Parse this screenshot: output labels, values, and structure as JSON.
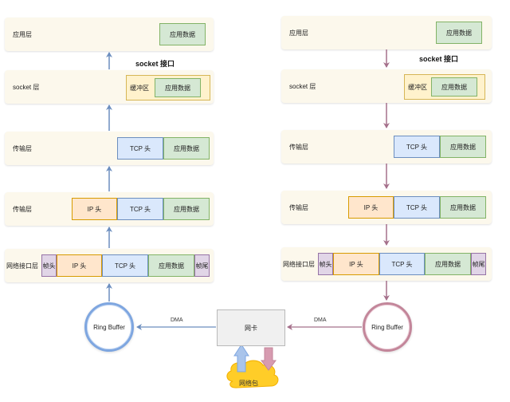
{
  "left_stack": {
    "app_layer": {
      "label": "应用层",
      "data": "应用数据"
    },
    "socket_interface": "socket 接口",
    "socket_layer": {
      "label": "socket 层",
      "buffer": "缓冲区",
      "data": "应用数据"
    },
    "transport_layer": {
      "label": "传输层",
      "tcp": "TCP 头",
      "data": "应用数据"
    },
    "network_layer": {
      "label": "传输层",
      "ip": "IP 头",
      "tcp": "TCP 头",
      "data": "应用数据"
    },
    "link_layer": {
      "label": "网络接口层",
      "frame_head": "帧头",
      "ip": "IP 头",
      "tcp": "TCP 头",
      "data": "应用数据",
      "frame_tail": "帧尾"
    }
  },
  "right_stack": {
    "app_layer": {
      "label": "应用层",
      "data": "应用数据"
    },
    "socket_interface": "socket 接口",
    "socket_layer": {
      "label": "socket 层",
      "buffer": "缓冲区",
      "data": "应用数据"
    },
    "transport_layer": {
      "label": "传输层",
      "tcp": "TCP 头",
      "data": "应用数据"
    },
    "network_layer": {
      "label": "传输层",
      "ip": "IP 头",
      "tcp": "TCP 头",
      "data": "应用数据"
    },
    "link_layer": {
      "label": "网络接口层",
      "frame_head": "帧头",
      "ip": "IP 头",
      "tcp": "TCP 头",
      "data": "应用数据",
      "frame_tail": "帧尾"
    }
  },
  "ring_left": "Ring Buffer",
  "ring_right": "Ring Buffer",
  "nic": "网卡",
  "dma_left": "DMA",
  "dma_right": "DMA",
  "packet": "网络包",
  "colors": {
    "layer_bg": "#fcf8ec",
    "app": "#d5e8d4",
    "tcp": "#dae8fc",
    "ip": "#ffe6cc",
    "frame": "#e1d5e7",
    "buffer": "#fff2cc",
    "receive_arrow": "#6c8ebf",
    "send_arrow": "#a5708b",
    "cloud": "#ffcd28"
  }
}
